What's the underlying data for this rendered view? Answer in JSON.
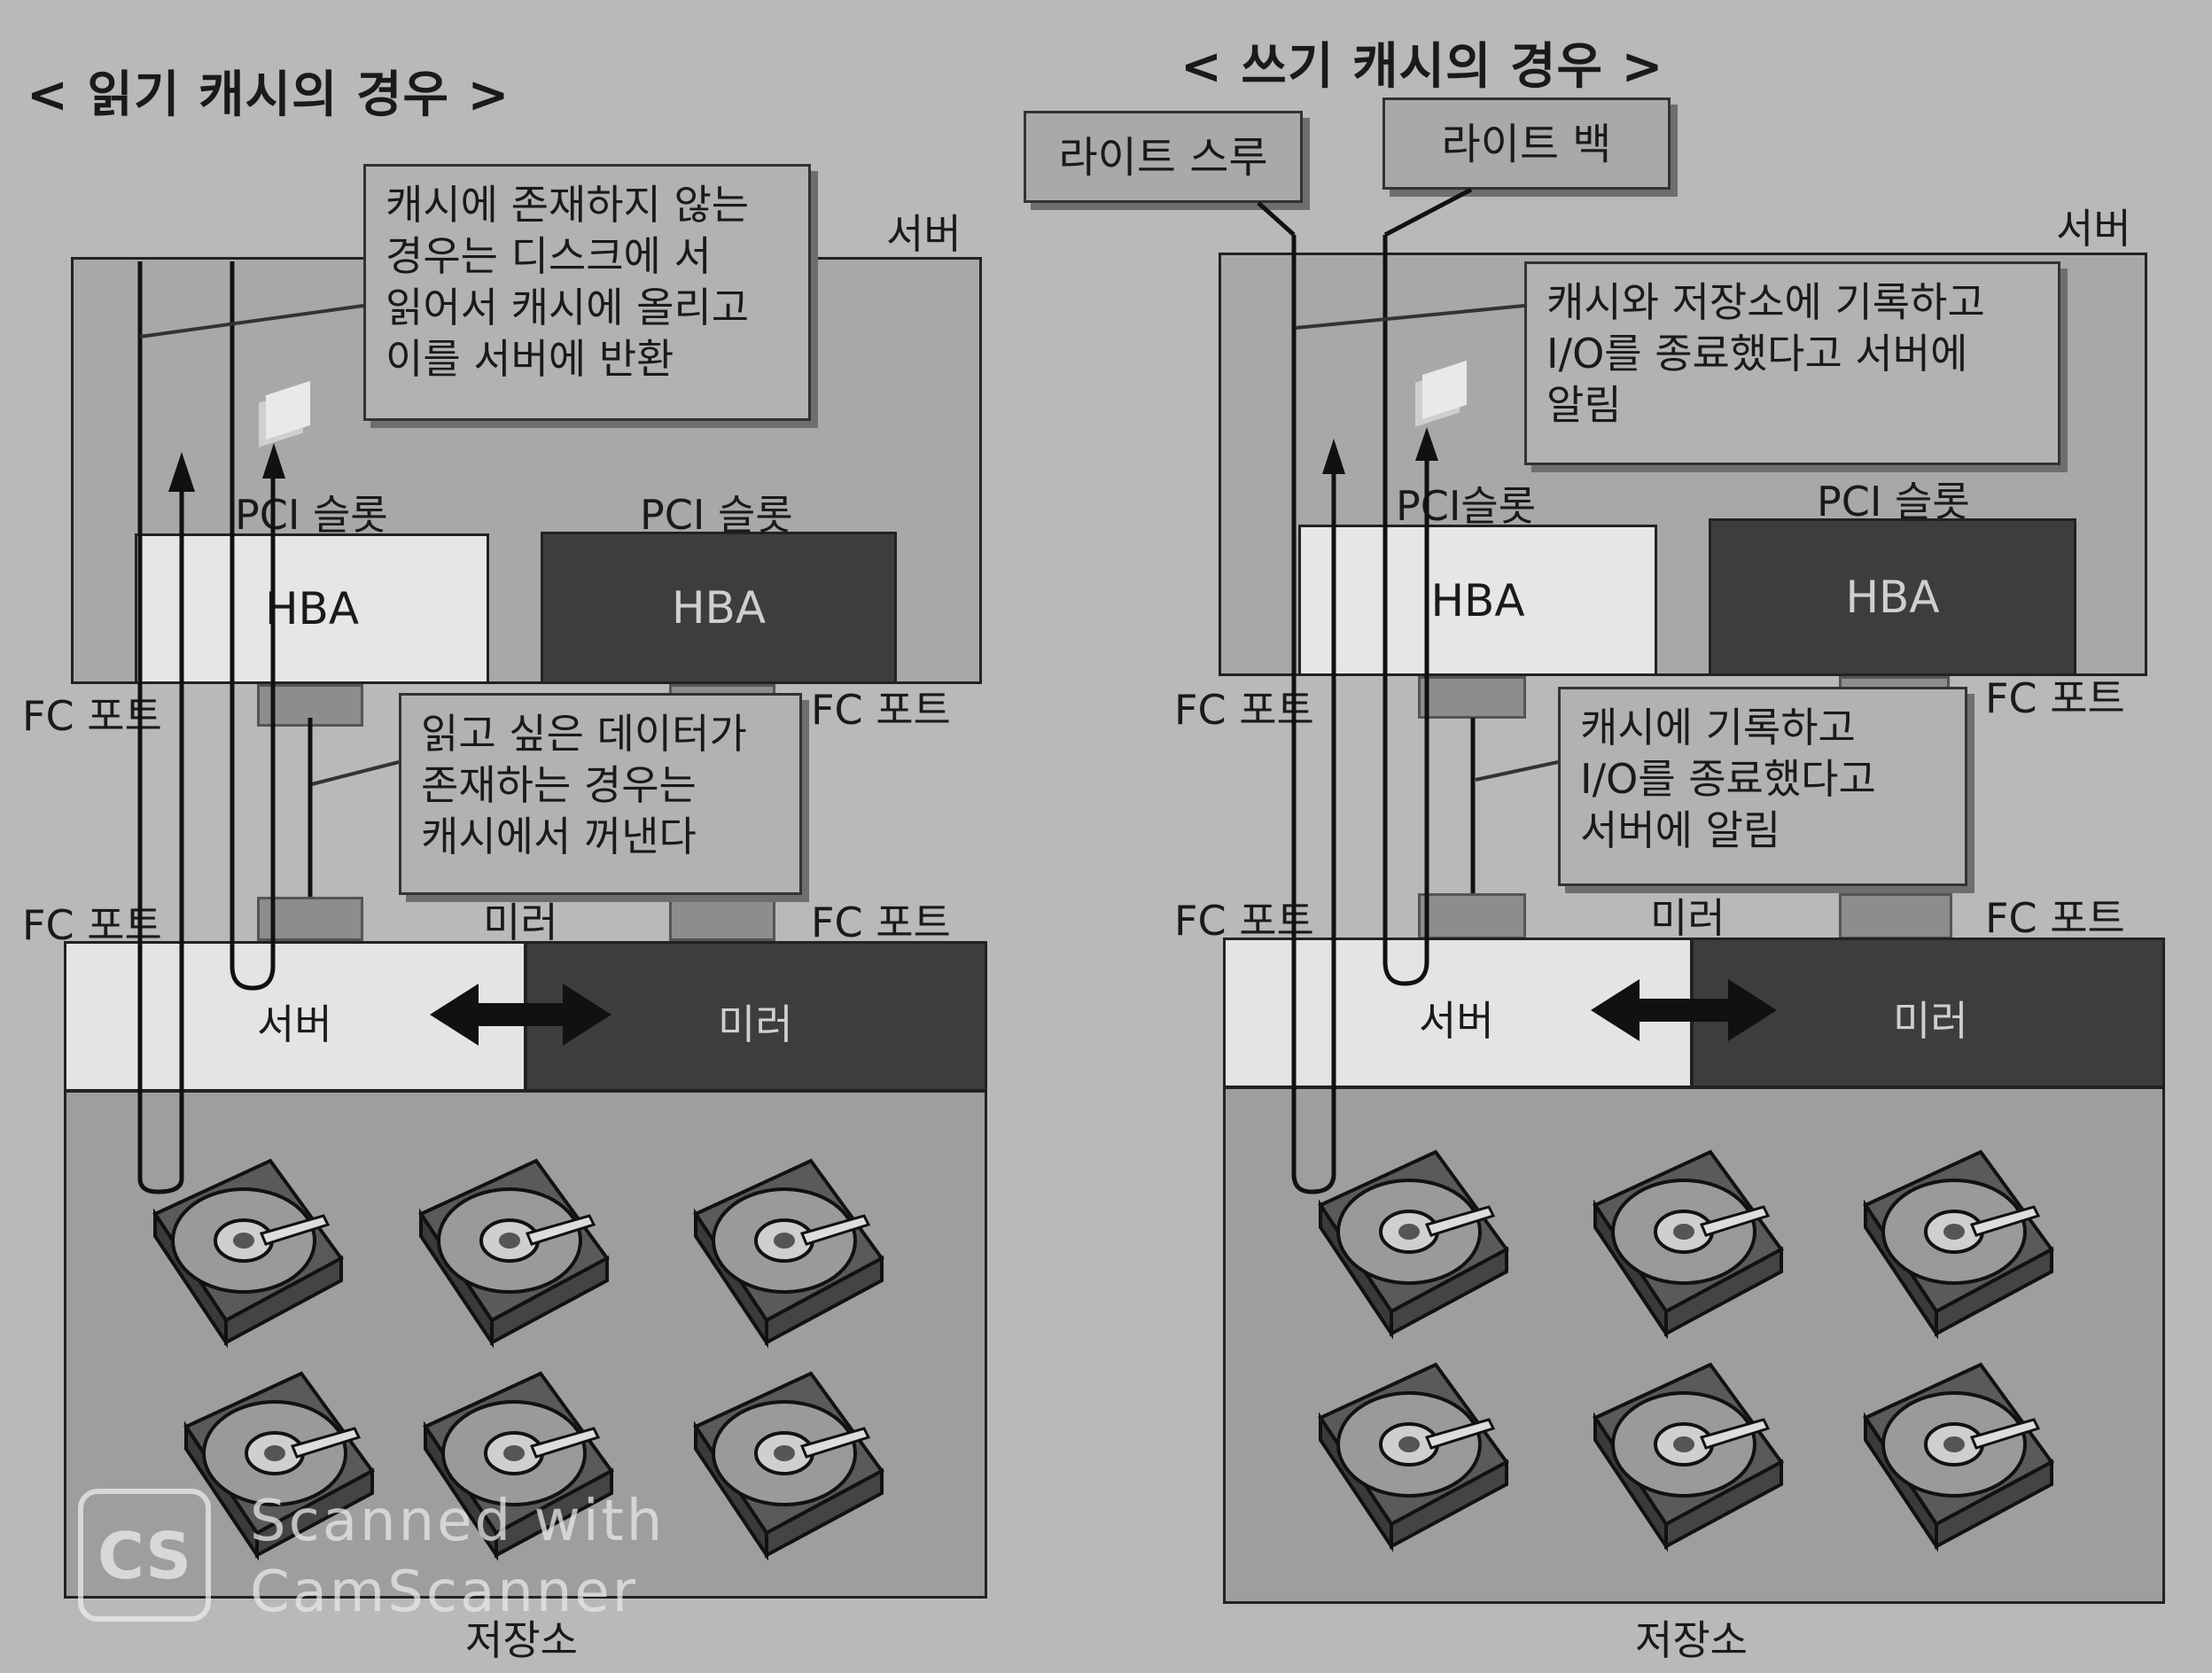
{
  "left": {
    "title": "< 읽기 캐시의 경우 >",
    "server_label": "서버",
    "callout_top": "캐시에 존재하지 않는\n경우는  디스크에 서\n읽어서 캐시에 올리고\n이를 서버에 반환",
    "pci_slot_1": "PCI 슬롯",
    "pci_slot_2": "PCI 슬롯",
    "hba_1": "HBA",
    "hba_2": "HBA",
    "fc_port_1": "FC 포트",
    "fc_port_2": "FC 포트",
    "fc_port_3": "FC 포트",
    "fc_port_4": "FC 포트",
    "callout_mid": "읽고 싶은 데이터가\n존재하는 경우는\n캐시에서 꺼낸다",
    "mirror_top": "미러",
    "cache_server": "서버",
    "cache_mirror": "미러",
    "storage_label": "저장소"
  },
  "right": {
    "title": "< 쓰기 캐시의 경우 >",
    "tag_write_through": "라이트 스루",
    "tag_write_back": "라이트 백",
    "server_label": "서버",
    "callout_top": "캐시와 저장소에 기록하고\nI/O를 종료했다고 서버에\n알림",
    "pci_slot_1": "PCI슬롯",
    "pci_slot_2": "PCI 슬롯",
    "hba_1": "HBA",
    "hba_2": "HBA",
    "fc_port_1": "FC 포트",
    "fc_port_2": "FC 포트",
    "fc_port_3": "FC 포트",
    "fc_port_4": "FC 포트",
    "callout_mid": "캐시에  기록하고\nI/O를 종료했다고\n서버에 알림",
    "mirror_top": "미러",
    "cache_server": "서버",
    "cache_mirror": "미러",
    "storage_label": "저장소"
  },
  "watermark": {
    "line1": "Scanned with",
    "line2": "CamScanner",
    "logo": "CS"
  }
}
